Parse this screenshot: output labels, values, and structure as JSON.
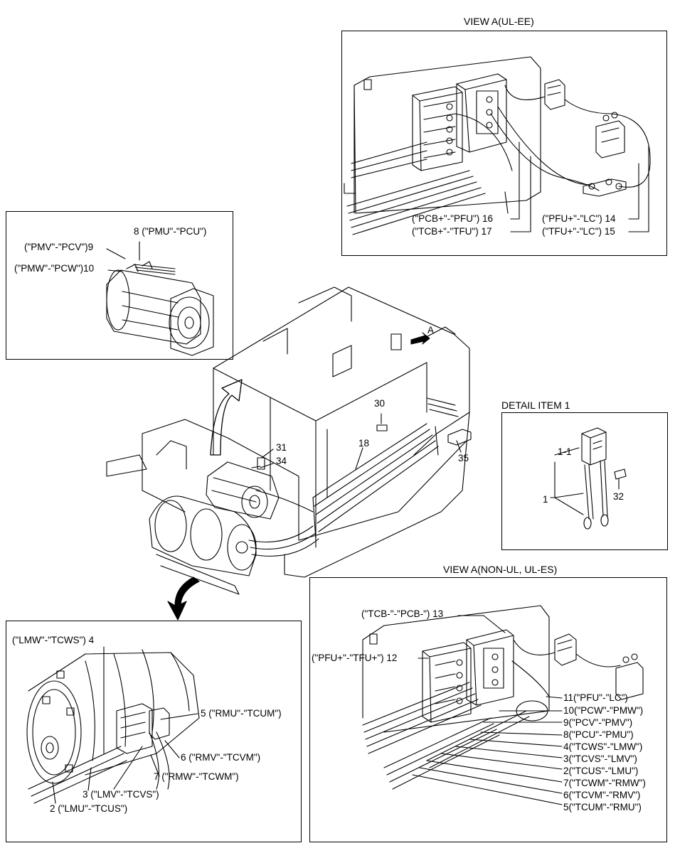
{
  "view_ul_ee": {
    "title": "VIEW A(UL-EE)",
    "callouts": {
      "c16": "(\"PCB+\"-\"PFU\") 16",
      "c17": "(\"TCB+\"-\"TFU\") 17",
      "c14": "(\"PFU+\"-\"LC\") 14",
      "c15": "(\"TFU+\"-\"LC\") 15"
    }
  },
  "motor_detail": {
    "callouts": {
      "c8": "8  (\"PMU\"-\"PCU\")",
      "c9": "(\"PMV\"-\"PCV\")9",
      "c10": "(\"PMW\"-\"PCW\")10"
    }
  },
  "main_view": {
    "arrow_label": "A",
    "callouts": {
      "c30": "30",
      "c31": "31",
      "c34": "34",
      "c18": "18",
      "c35": "35"
    }
  },
  "detail_item_1": {
    "title": "DETAIL ITEM 1",
    "callouts": {
      "c1_1": "1-1",
      "c1": "1",
      "c32": "32"
    }
  },
  "pump_motor_detail": {
    "callouts": {
      "c4": "(\"LMW\"-\"TCWS\") 4",
      "c5": "5 (\"RMU\"-\"TCUM\")",
      "c6": "6 (\"RMV\"-\"TCVM\")",
      "c7": "7 (\"RMW\"-\"TCWM\")",
      "c3": "3 (\"LMV\"-\"TCVS\")",
      "c2": "2 (\"LMU\"-\"TCUS\")"
    }
  },
  "view_non_ul": {
    "title": "VIEW A(NON-UL, UL-ES)",
    "callouts": {
      "c13": "(\"TCB-\"-\"PCB-\") 13",
      "c12": "(\"PFU+\"-\"TFU+\") 12",
      "c11": "11(\"PFU\"-\"LC\")",
      "c10": "10(\"PCW\"-\"PMW\")",
      "c9": "9(\"PCV\"-\"PMV\")",
      "c8": "8(\"PCU\"-\"PMU\")",
      "c4": "4(\"TCWS\"-\"LMW\")",
      "c3": "3(\"TCVS\"-\"LMV\")",
      "c2": "2(\"TCUS\"-\"LMU\")",
      "c7": "7(\"TCWM\"-\"RMW\")",
      "c6": "6(\"TCVM\"-\"RMV\")",
      "c5": "5(\"TCUM\"-\"RMU\")"
    }
  }
}
